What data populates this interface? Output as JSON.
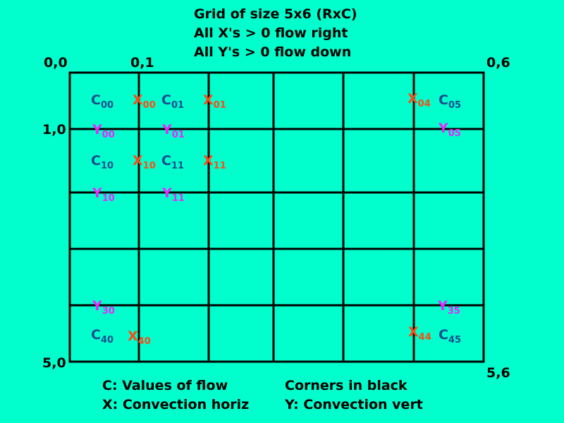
{
  "title_lines": [
    "Grid of size 5x6 (RxC)",
    "All X's > 0 flow right",
    "All Y's > 0 flow down"
  ],
  "corners": {
    "top_left": "0,0",
    "top_col1": "0,1",
    "top_right": "0,6",
    "left_row1": "1,0",
    "bottom_left": "5,0",
    "bottom_right": "5,6"
  },
  "grid": {
    "rows": 5,
    "cols": 6
  },
  "cell_labels": [
    {
      "id": "c00",
      "kind": "c",
      "letter": "C",
      "sub": "00"
    },
    {
      "id": "x00",
      "kind": "x",
      "letter": "X",
      "sub": "00"
    },
    {
      "id": "c01",
      "kind": "c",
      "letter": "C",
      "sub": "01"
    },
    {
      "id": "x01",
      "kind": "x",
      "letter": "X",
      "sub": "01"
    },
    {
      "id": "x04",
      "kind": "x",
      "letter": "X",
      "sub": "04"
    },
    {
      "id": "c05",
      "kind": "c",
      "letter": "C",
      "sub": "05"
    },
    {
      "id": "y00",
      "kind": "y",
      "letter": "Y",
      "sub": "00"
    },
    {
      "id": "y01",
      "kind": "y",
      "letter": "Y",
      "sub": "01"
    },
    {
      "id": "y05",
      "kind": "y",
      "letter": "Y",
      "sub": "05"
    },
    {
      "id": "c10",
      "kind": "c",
      "letter": "C",
      "sub": "10"
    },
    {
      "id": "x10",
      "kind": "x",
      "letter": "X",
      "sub": "10"
    },
    {
      "id": "c11",
      "kind": "c",
      "letter": "C",
      "sub": "11"
    },
    {
      "id": "x11",
      "kind": "x",
      "letter": "X",
      "sub": "11"
    },
    {
      "id": "y10",
      "kind": "y",
      "letter": "Y",
      "sub": "10"
    },
    {
      "id": "y11",
      "kind": "y",
      "letter": "Y",
      "sub": "11"
    },
    {
      "id": "y30",
      "kind": "y",
      "letter": "Y",
      "sub": "30"
    },
    {
      "id": "y35",
      "kind": "y",
      "letter": "Y",
      "sub": "35"
    },
    {
      "id": "c40",
      "kind": "c",
      "letter": "C",
      "sub": "40"
    },
    {
      "id": "x40",
      "kind": "x",
      "letter": "X",
      "sub": "40"
    },
    {
      "id": "x44",
      "kind": "x",
      "letter": "X",
      "sub": "44"
    },
    {
      "id": "c45",
      "kind": "c",
      "letter": "C",
      "sub": "45"
    }
  ],
  "legend": {
    "c": "C: Values of flow",
    "x": "X: Convection horiz",
    "corners": "Corners in black",
    "y": "Y: Convection vert"
  },
  "colors": {
    "background": "#00FFCC",
    "grid_lines": "#000000",
    "c": "#1A4D8F",
    "x": "#FF4A14",
    "y": "#EE22FF"
  }
}
